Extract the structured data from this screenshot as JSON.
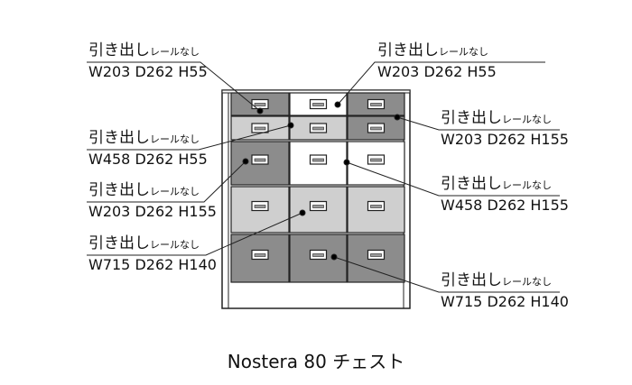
{
  "labels": [
    {
      "id": "tl",
      "main": "引き出し",
      "sub": "レールなし",
      "dims": "W203 D262 H55"
    },
    {
      "id": "tr",
      "main": "引き出し",
      "sub": "レールなし",
      "dims": "W203 D262 H55"
    },
    {
      "id": "ml",
      "main": "引き出し",
      "sub": "レールなし",
      "dims": "W458 D262 H55"
    },
    {
      "id": "mr",
      "main": "引き出し",
      "sub": "レールなし",
      "dims": "W203 D262 H155"
    },
    {
      "id": "l3",
      "main": "引き出し",
      "sub": "レールなし",
      "dims": "W203 D262 H155"
    },
    {
      "id": "r3",
      "main": "引き出し",
      "sub": "レールなし",
      "dims": "W458 D262 H155"
    },
    {
      "id": "l4",
      "main": "引き出し",
      "sub": "レールなし",
      "dims": "W715 D262 H140"
    },
    {
      "id": "r4",
      "main": "引き出し",
      "sub": "レールなし",
      "dims": "W715 D262 H140"
    }
  ],
  "title": "Nostera 80 チェスト",
  "colors": {
    "dark": "#8c8c8c",
    "light": "#cfcfcf",
    "white": "#ffffff",
    "line": "#222222"
  }
}
